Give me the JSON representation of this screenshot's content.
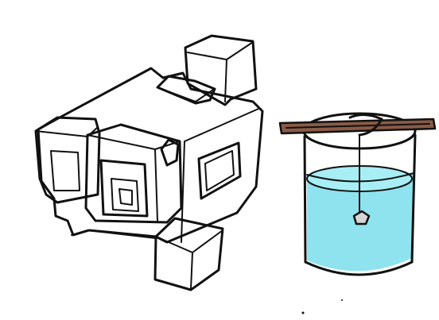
{
  "scene": {
    "colors": {
      "background": "#ffffff",
      "outline": "#111111",
      "crystal_fill": "#c8c8c8",
      "water_fill": "#8ee3ee",
      "water_surface": "#a7eef5",
      "stick_fill": "#8a5a46",
      "seed_crystal_fill": "#d6d6d6"
    },
    "objects": [
      "crystal-cluster",
      "beaker-with-water",
      "wooden-stick",
      "string",
      "seed-crystal"
    ]
  }
}
